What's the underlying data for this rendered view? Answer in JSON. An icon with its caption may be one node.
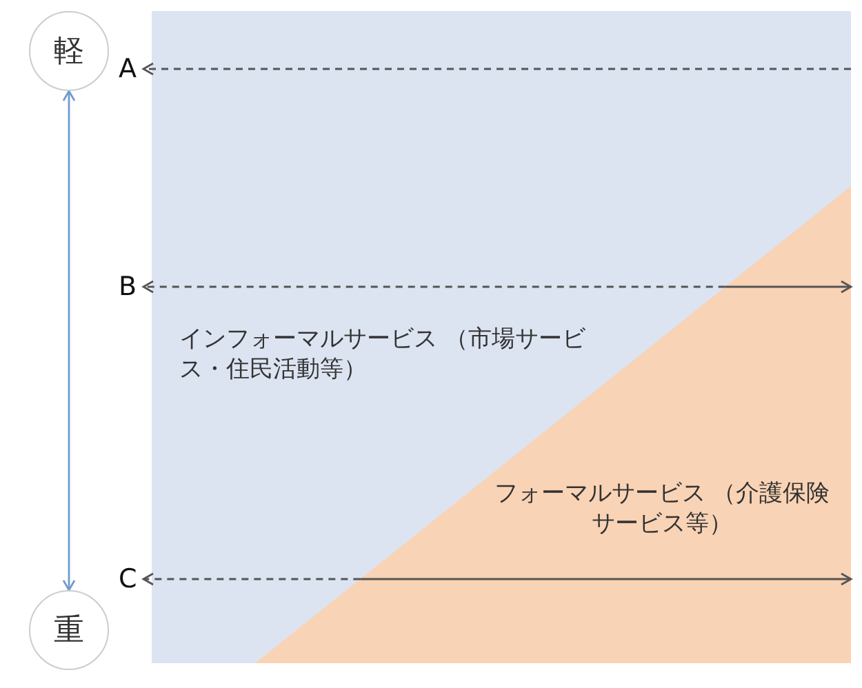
{
  "diagram": {
    "nodes": [
      {
        "text": [
          "軽"
        ]
      },
      {
        "text": [
          "重"
        ]
      },
      {
        "text": [
          "インフォーマルサービス （市場サービス・住民活動等）"
        ]
      },
      {
        "text": [
          "フォーマルサービス （介護保険サービス等）"
        ],
        "in": 2
      },
      {
        "text": [
          "A"
        ]
      },
      {
        "text": [
          "B"
        ]
      },
      {
        "text": [
          "C"
        ]
      }
    ],
    "edges": [
      {
        "from": 0,
        "to": 1,
        "arrow": "both",
        "color": "#6f9bd1"
      },
      {
        "from": 2,
        "to": 4,
        "arrow": "to",
        "style": "dashed"
      },
      {
        "from": 3,
        "to": 5,
        "arrow": "to",
        "style": "dashed"
      },
      {
        "from": 3,
        "to": 2,
        "arrow": "to"
      },
      {
        "from": 3,
        "to": 6,
        "arrow": "to",
        "style": "dashed"
      },
      {
        "from": 3,
        "to": 2,
        "arrow": "to"
      }
    ]
  }
}
